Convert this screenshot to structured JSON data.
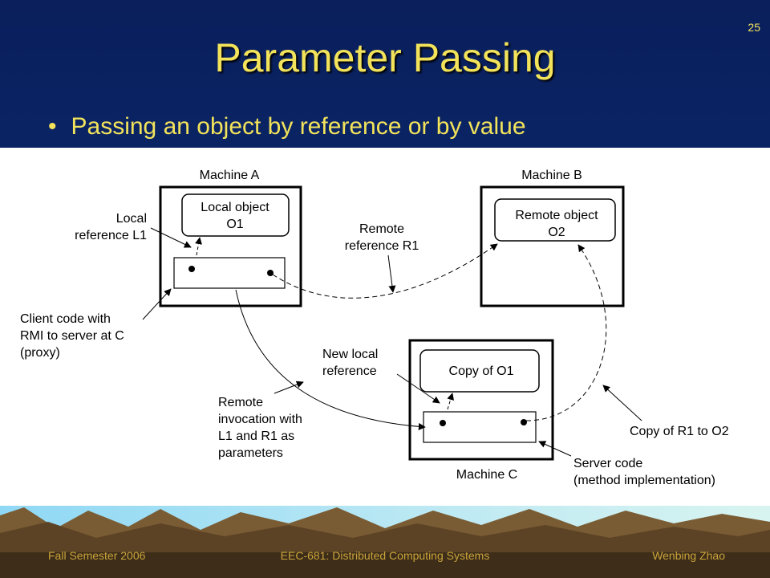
{
  "slide": {
    "number": "25",
    "title": "Parameter Passing",
    "bullet": "Passing an object by reference or by value"
  },
  "diagram": {
    "machine_a": {
      "label": "Machine A",
      "object_line1": "Local object",
      "object_line2": "O1"
    },
    "machine_b": {
      "label": "Machine B",
      "object_line1": "Remote object",
      "object_line2": "O2"
    },
    "machine_c": {
      "label": "Machine C",
      "object_line1": "Copy of O1"
    },
    "annotations": {
      "local_reference": [
        "Local",
        "reference L1"
      ],
      "remote_reference": [
        "Remote",
        "reference R1"
      ],
      "client_code": [
        "Client code with",
        "RMI to server at C",
        "(proxy)"
      ],
      "new_local_reference": [
        "New local",
        "reference"
      ],
      "remote_invocation": [
        "Remote",
        "invocation with",
        "L1 and R1 as",
        "parameters"
      ],
      "copy_r1": "Copy of R1 to O2",
      "server_code": [
        "Server code",
        "(method implementation)"
      ]
    }
  },
  "footer": {
    "left": "Fall Semester 2006",
    "center": "EEC-681: Distributed Computing Systems",
    "right": "Wenbing Zhao"
  },
  "colors": {
    "title": "#f2e35b",
    "background": "#0a1f5c",
    "footer_text": "#c9a43a"
  }
}
